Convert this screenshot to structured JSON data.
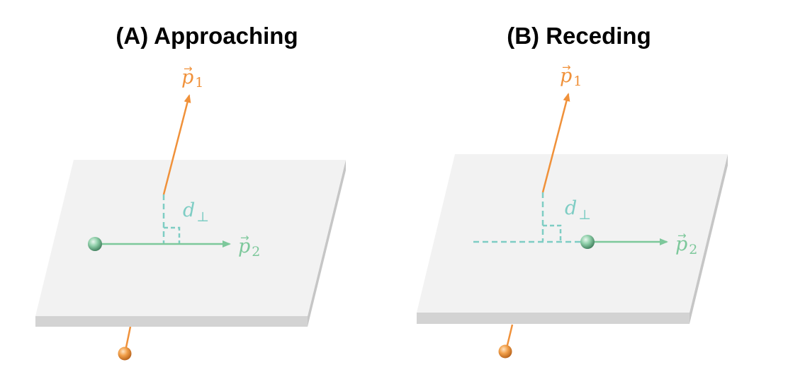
{
  "colors": {
    "orange": "#F0913A",
    "green": "#7DC89B",
    "teal": "#7ECDC4",
    "plane_top": "#F2F2F2",
    "plane_edge": "#D3D3D3"
  },
  "panels": [
    {
      "title": "(A) Approaching",
      "p1": {
        "symbol": "p",
        "sub": "1"
      },
      "p2": {
        "symbol": "p",
        "sub": "2"
      },
      "d": {
        "symbol": "d",
        "sub": "⊥"
      }
    },
    {
      "title": "(B) Receding",
      "p1": {
        "symbol": "p",
        "sub": "1"
      },
      "p2": {
        "symbol": "p",
        "sub": "2"
      },
      "d": {
        "symbol": "d",
        "sub": "⊥"
      }
    }
  ]
}
